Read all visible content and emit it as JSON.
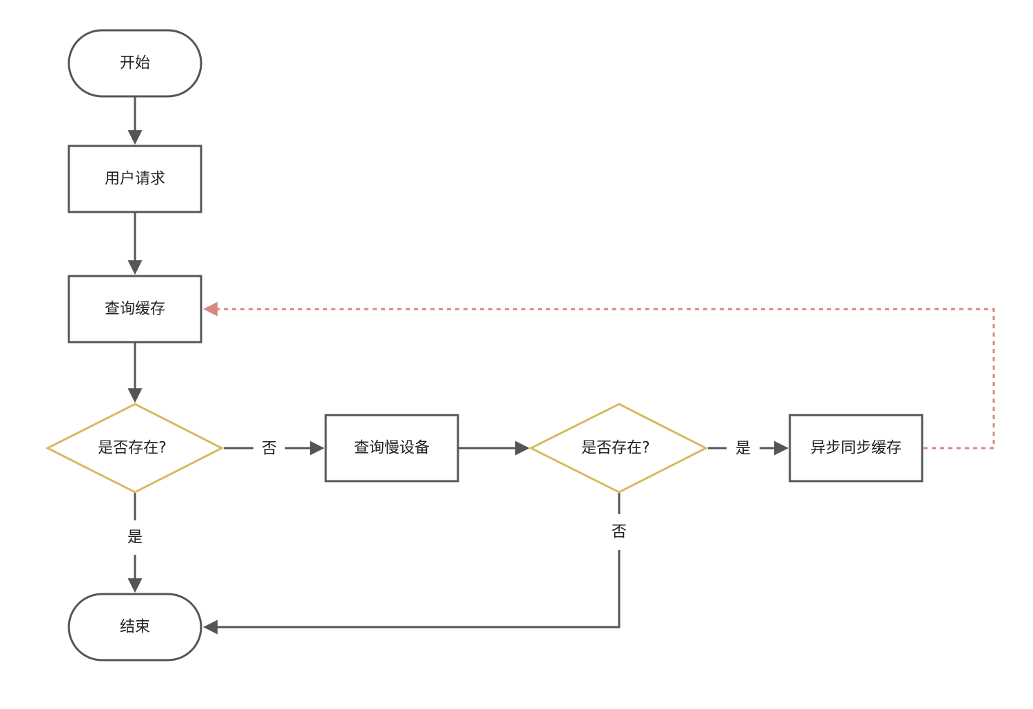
{
  "colors": {
    "background": "#ffffff",
    "stroke": "#555555",
    "decision_stroke": "#d9b95f",
    "async_edge": "#d98880",
    "text": "#222222"
  },
  "nodes": {
    "start": {
      "label": "开始",
      "shape": "terminator"
    },
    "request": {
      "label": "用户请求",
      "shape": "process"
    },
    "query_cache": {
      "label": "查询缓存",
      "shape": "process"
    },
    "exists_1": {
      "label": "是否存在?",
      "shape": "decision"
    },
    "query_slow": {
      "label": "查询慢设备",
      "shape": "process"
    },
    "exists_2": {
      "label": "是否存在?",
      "shape": "decision"
    },
    "async_sync": {
      "label": "异步同步缓存",
      "shape": "process"
    },
    "end": {
      "label": "结束",
      "shape": "terminator"
    }
  },
  "edges": {
    "exists1_no": {
      "label": "否"
    },
    "exists1_yes": {
      "label": "是"
    },
    "exists2_yes": {
      "label": "是"
    },
    "exists2_no": {
      "label": "否"
    },
    "async_back": {
      "style": "dashed"
    }
  }
}
